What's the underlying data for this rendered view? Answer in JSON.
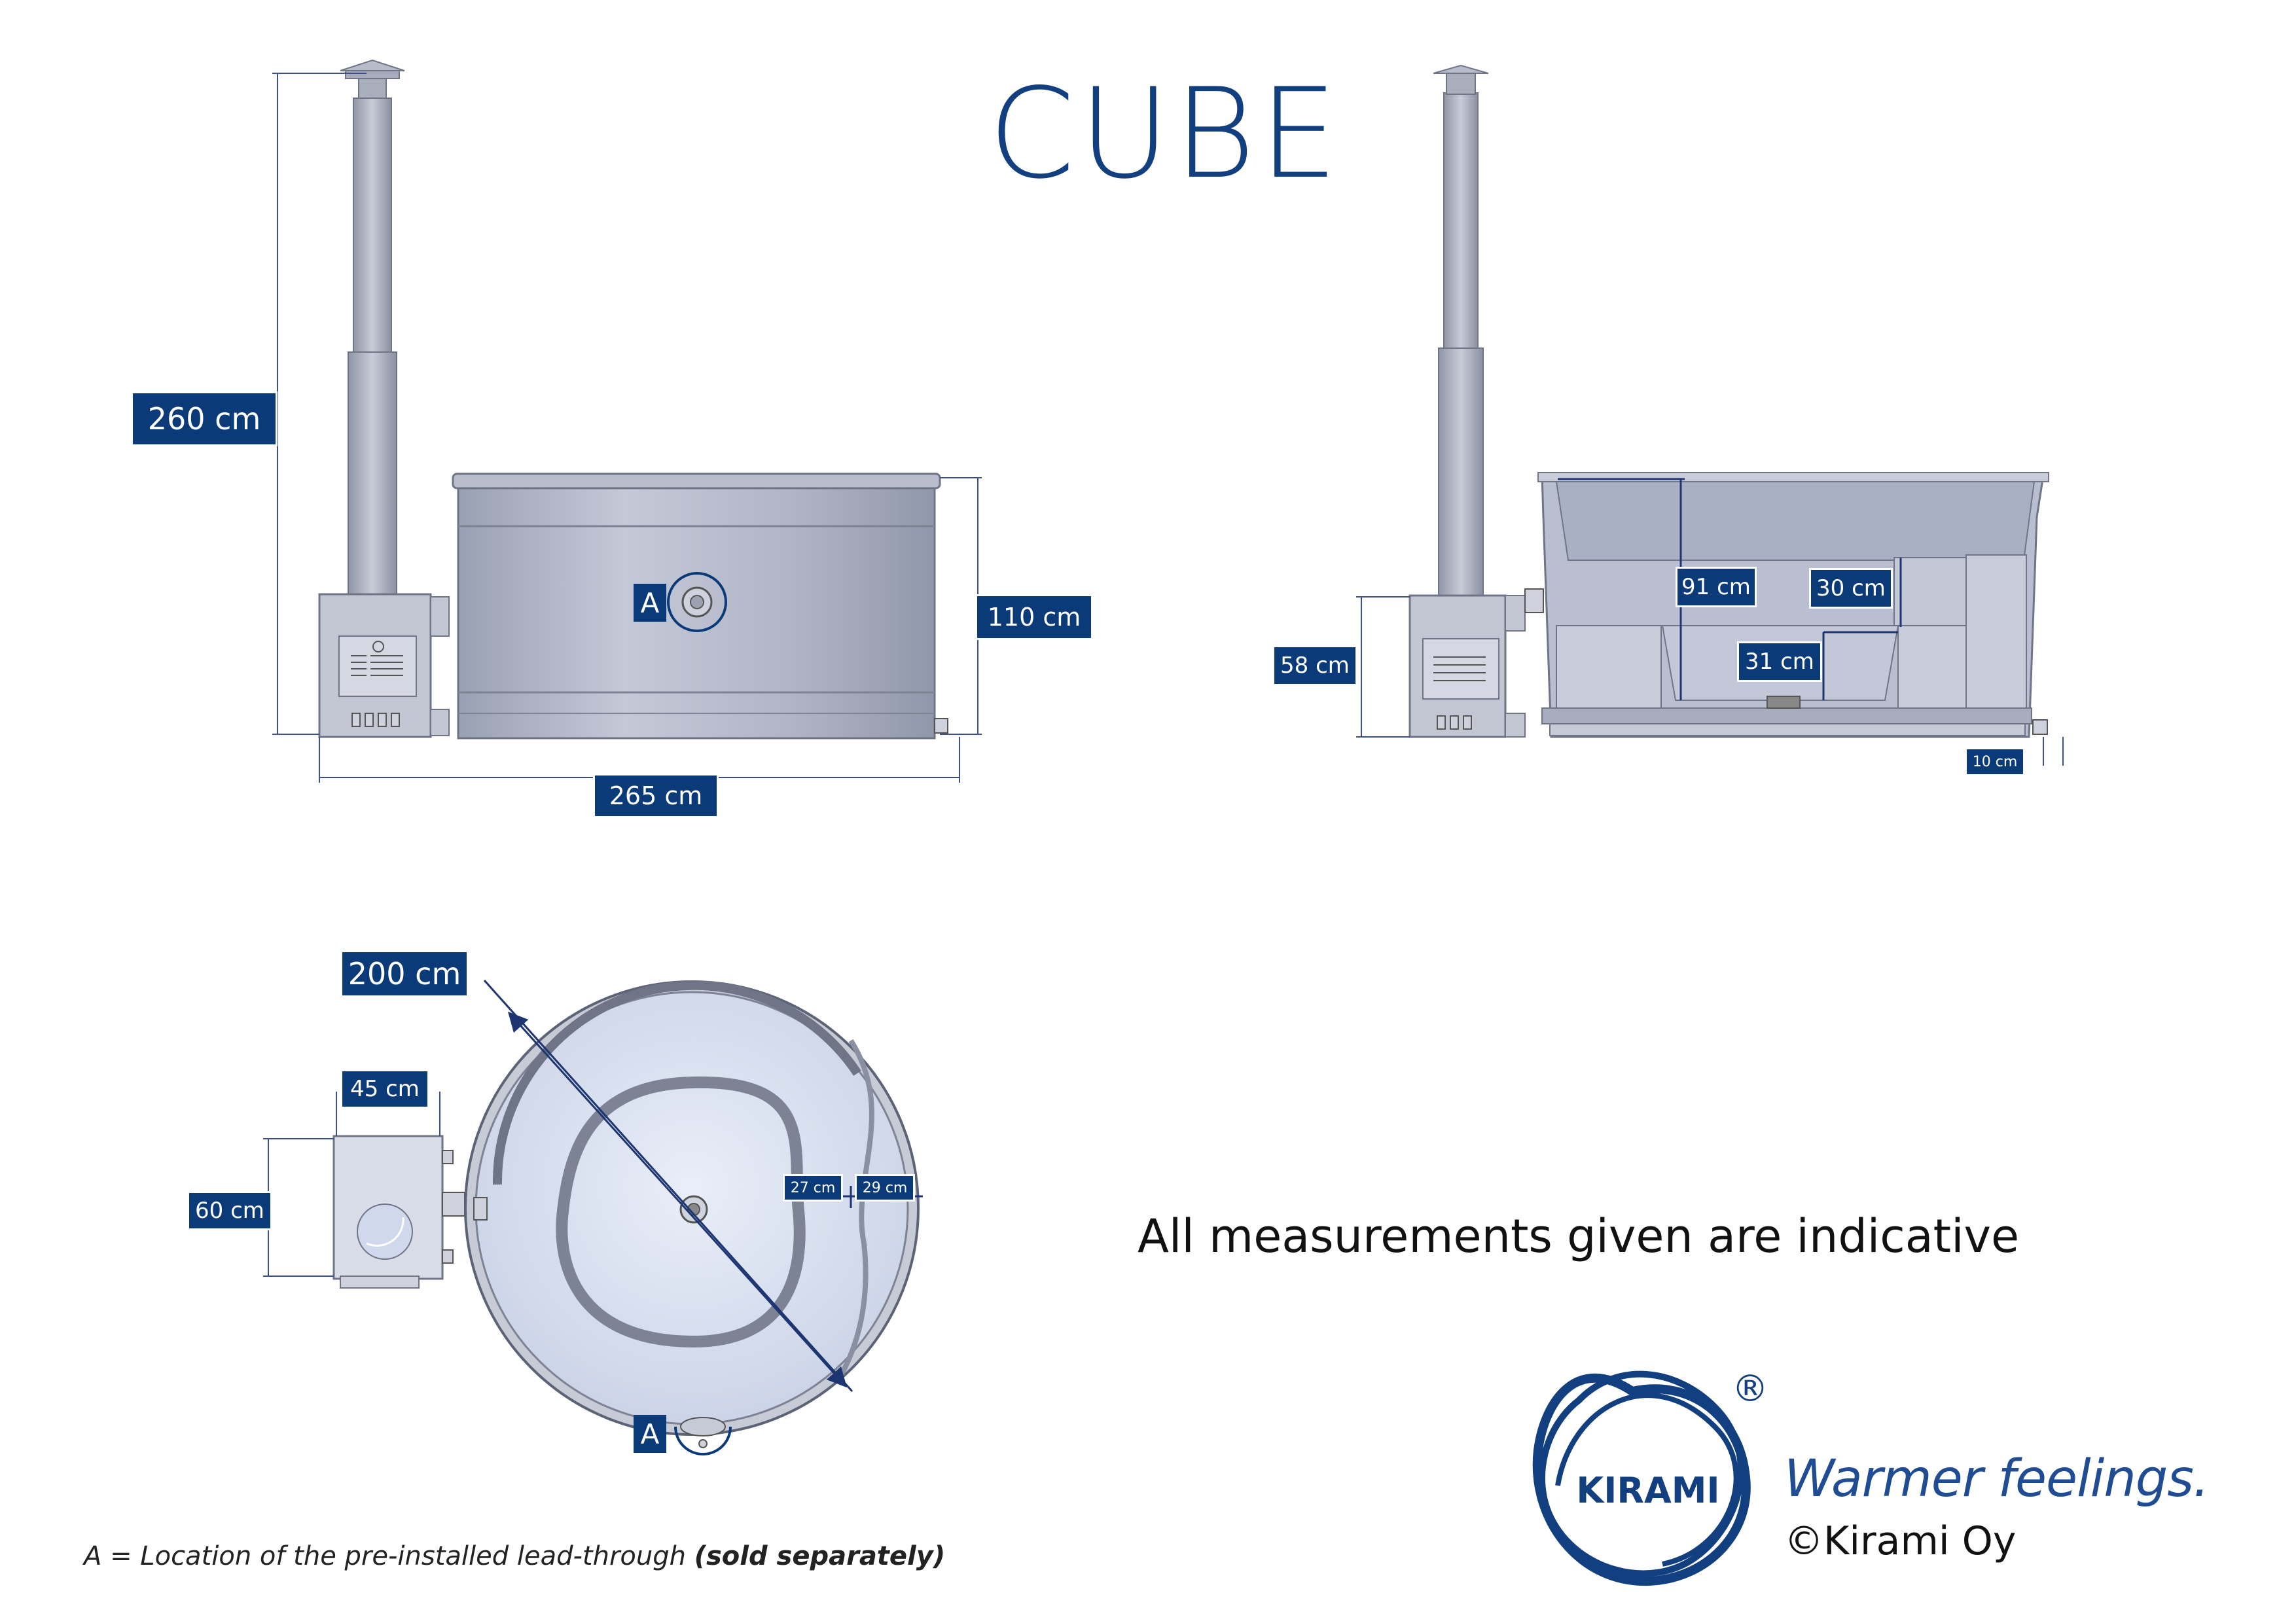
{
  "title": "CUBE",
  "disclaimer": "All measurements given are indicative",
  "footnote": {
    "text": "A = Location of the pre-installed lead-through ",
    "bold": "(sold separately)"
  },
  "brand": {
    "logo_text": "KIRAMI",
    "registered": "®",
    "tagline": "Warmer feelings.",
    "copyright": "©Kirami Oy",
    "color": "#123f7f"
  },
  "side_view": {
    "height_total": "260 cm",
    "tub_height": "110 cm",
    "overall_width": "265 cm",
    "marker": "A"
  },
  "section_view": {
    "heater_height": "58 cm",
    "depth": "91 cm",
    "upper_bench": "30 cm",
    "lower_bench": "31 cm",
    "offset": "10 cm"
  },
  "top_view": {
    "diameter": "200 cm",
    "heater_width": "45 cm",
    "heater_depth": "60 cm",
    "gap_inner": "27 cm",
    "gap_outer": "29 cm",
    "marker": "A"
  },
  "colors": {
    "label_bg": "#0b3a78",
    "metal": "#b3b8c8",
    "metal_dark": "#7d8395",
    "dim_line": "#3b4f8a"
  }
}
